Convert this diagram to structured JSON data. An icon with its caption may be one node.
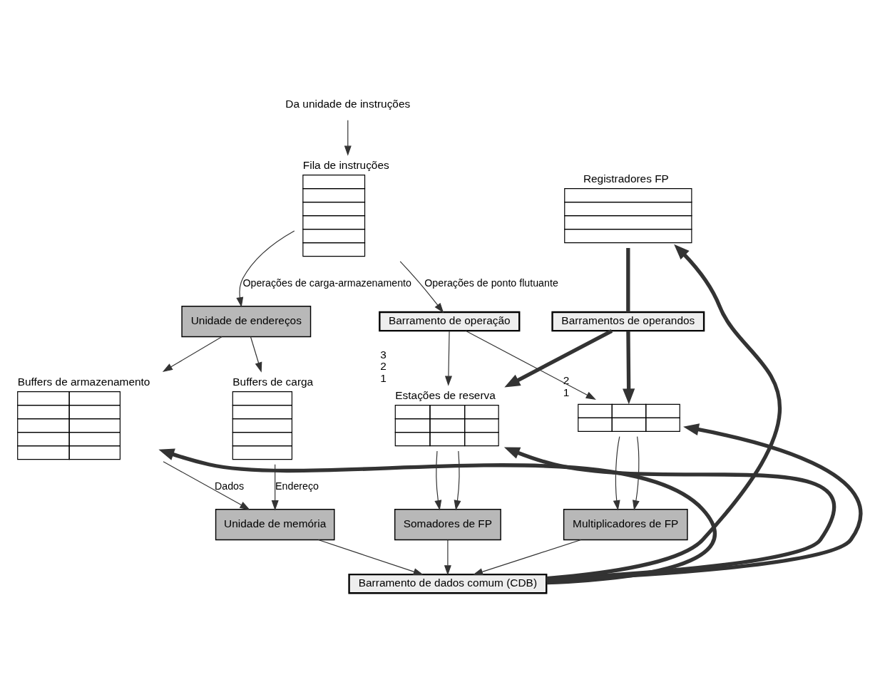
{
  "diagram": {
    "nodes": [
      {
        "text": [
          "Da unidade de instruções"
        ]
      },
      {
        "text": [
          "Fila de instruções"
        ]
      },
      {
        "text": [
          "Registradores FP"
        ]
      },
      {
        "text": [
          "Unidade de endereços"
        ]
      },
      {
        "text": [
          "Buffers de armazenamento"
        ]
      },
      {
        "text": [
          "Buffers de carga"
        ]
      },
      {
        "text": [
          "Barramento de operação"
        ]
      },
      {
        "text": [
          "Barramentos de operandos"
        ]
      },
      {
        "text": [
          "Estações de reserva"
        ],
        "beside": [
          "3",
          "2",
          "1"
        ]
      },
      {
        "text": [],
        "shape": "box",
        "beside": [
          "2",
          "1"
        ]
      },
      {
        "text": [
          "Unidade de memória"
        ]
      },
      {
        "text": [
          "Somadores de FP"
        ]
      },
      {
        "text": [
          "Multiplicadores de FP"
        ]
      },
      {
        "text": [
          "Barramento de dados comum (CDB)"
        ]
      }
    ],
    "edges": [
      {
        "from": 0,
        "to": 1,
        "arrow": "to"
      },
      {
        "from": 1,
        "to": 3,
        "arrow": "to",
        "label": "Operações de carga-armazenamento"
      },
      {
        "from": 1,
        "to": 6,
        "arrow": "to",
        "label": "Operações de ponto flutuante"
      },
      {
        "from": 2,
        "to": 7,
        "arrow": "none",
        "style": "thick"
      },
      {
        "from": 6,
        "to": 8,
        "arrow": "to"
      },
      {
        "from": 6,
        "to": 9,
        "arrow": "to"
      },
      {
        "from": 7,
        "to": 8,
        "arrow": "to",
        "style": "thick"
      },
      {
        "from": 7,
        "to": 9,
        "arrow": "to",
        "style": "thick"
      },
      {
        "from": 3,
        "to": 4,
        "arrow": "to"
      },
      {
        "from": 3,
        "to": 5,
        "arrow": "to"
      },
      {
        "from": 4,
        "to": 10,
        "arrow": "to",
        "label": "Dados"
      },
      {
        "from": 5,
        "to": 10,
        "arrow": "to",
        "label": "Endereço"
      },
      {
        "from": 8,
        "to": 11,
        "arrow": "to"
      },
      {
        "from": 8,
        "to": 11,
        "arrow": "to"
      },
      {
        "from": 9,
        "to": 12,
        "arrow": "to"
      },
      {
        "from": 9,
        "to": 12,
        "arrow": "to"
      },
      {
        "from": 10,
        "to": 13,
        "arrow": "to"
      },
      {
        "from": 11,
        "to": 13,
        "arrow": "to"
      },
      {
        "from": 12,
        "to": 13,
        "arrow": "to"
      },
      {
        "from": 13,
        "to": 2,
        "arrow": "to",
        "style": "thick"
      },
      {
        "from": 13,
        "to": 4,
        "arrow": "to",
        "style": "thick"
      },
      {
        "from": 13,
        "to": 8,
        "arrow": "to",
        "style": "thick"
      },
      {
        "from": 13,
        "to": 9,
        "arrow": "to",
        "style": "thick"
      }
    ]
  }
}
